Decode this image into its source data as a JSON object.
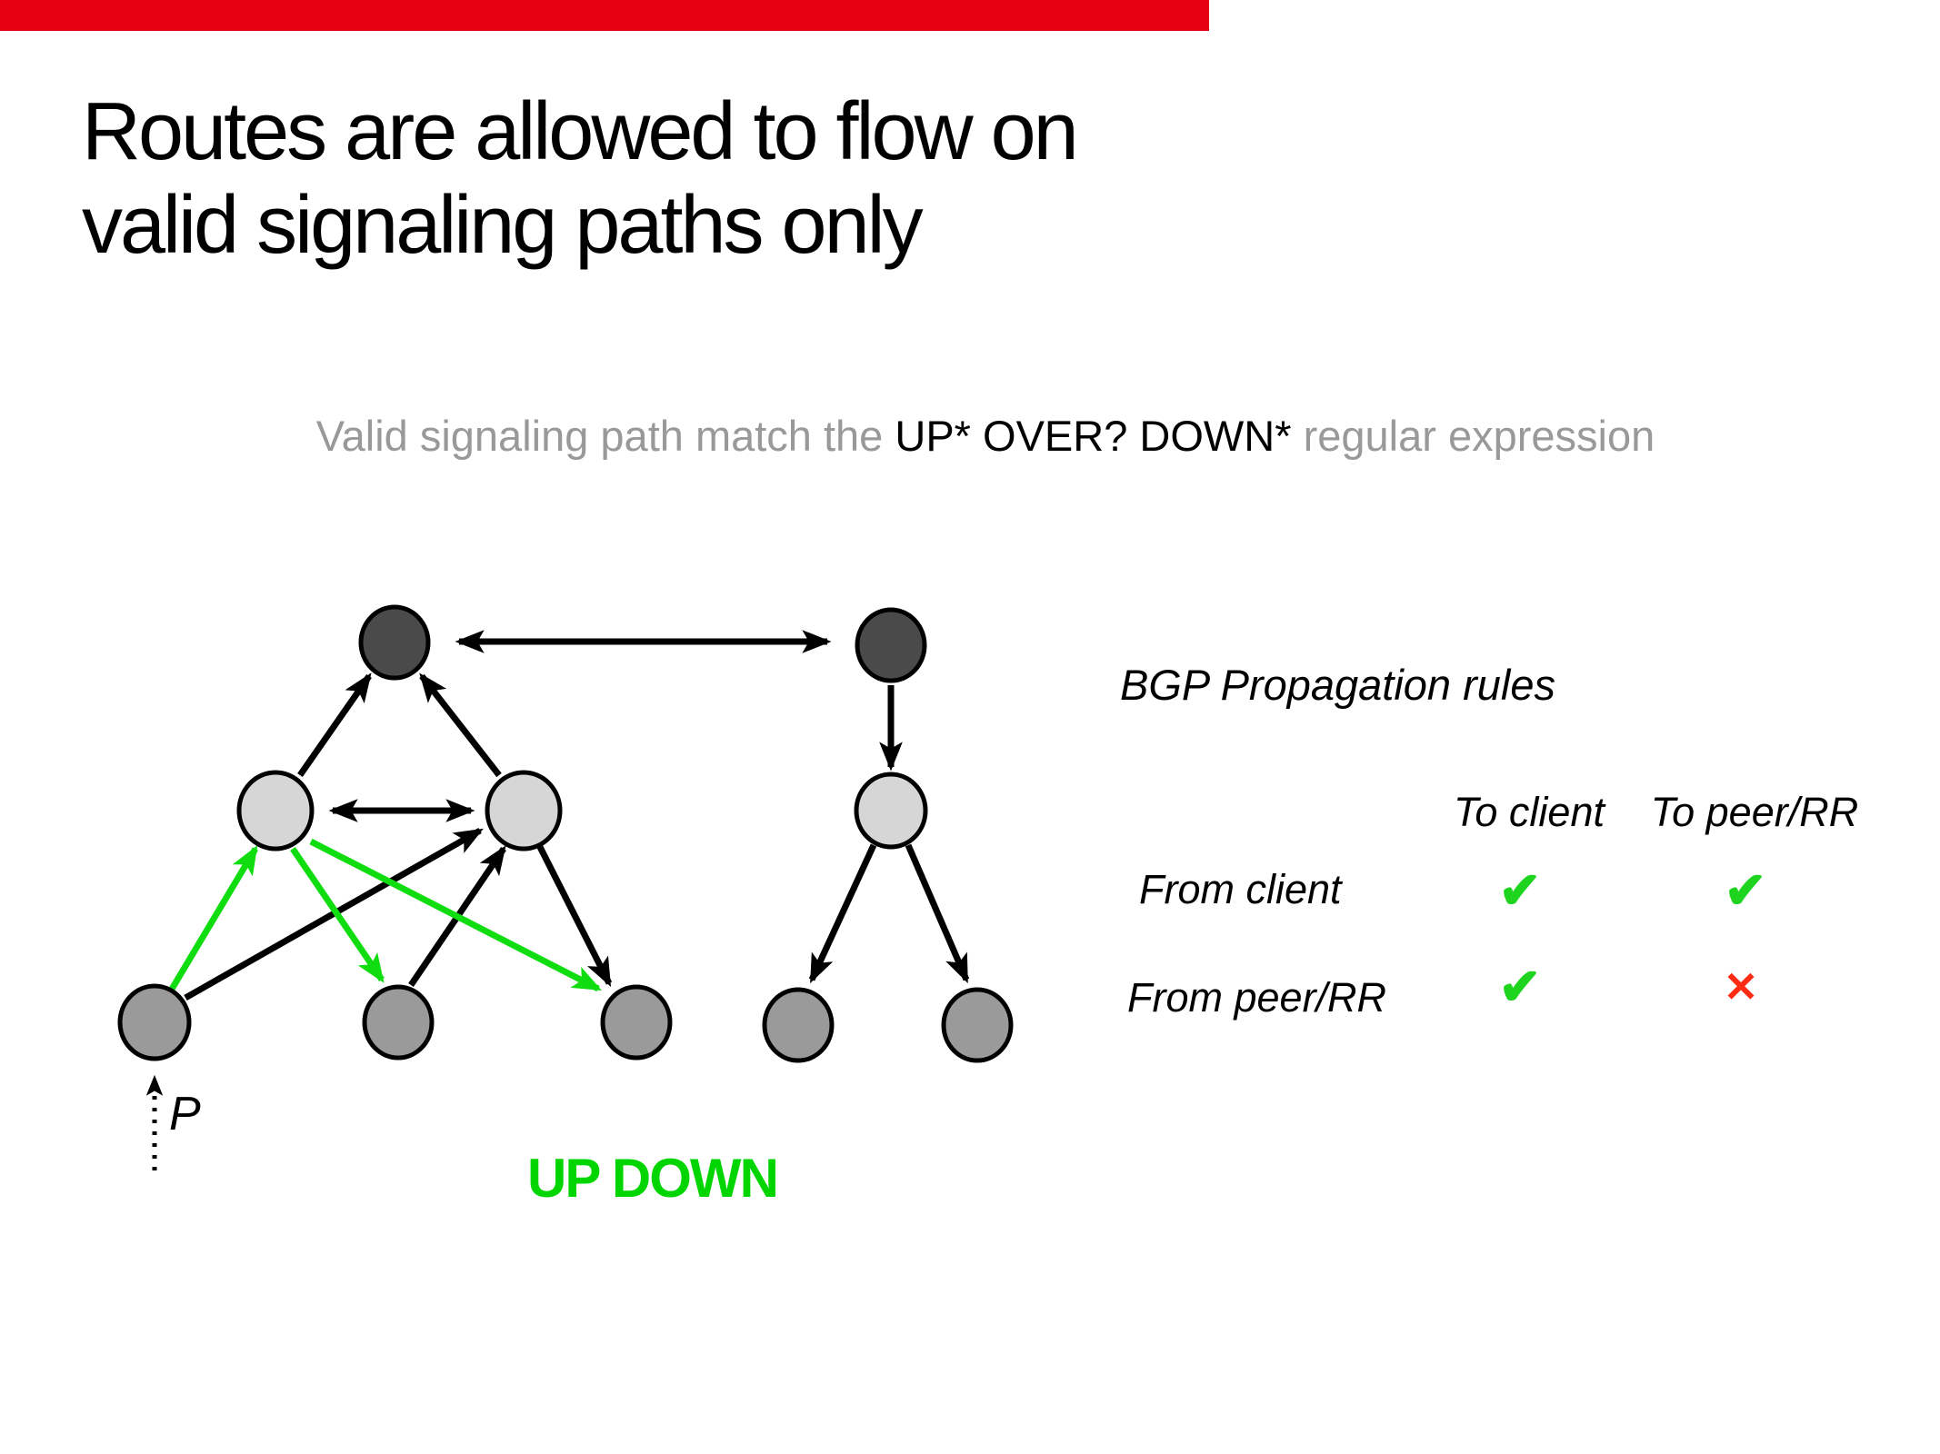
{
  "slide": {
    "title": {
      "line1": "Routes are allowed to flow on",
      "line2": "valid signaling paths only"
    },
    "subtitle": {
      "prefix": "Valid signaling path match the ",
      "regex": "UP* OVER? DOWN*",
      "suffix": " regular expression"
    },
    "diagram": {
      "path_label": "UP DOWN",
      "prefix_label": "P"
    },
    "rules": {
      "title": "BGP Propagation rules",
      "col1": "To client",
      "col2": "To peer/RR",
      "row1_label": "From client",
      "row1_to_client": "✔",
      "row1_to_peer": "✔",
      "row2_label": "From peer/RR",
      "row2_to_client": "✔",
      "row2_to_peer": "✕"
    }
  },
  "colors": {
    "progress_red": "#e60012",
    "green": "#0fdd0f",
    "green_text": "#00d500",
    "check_green": "#1fd41f",
    "cross_red": "#fd2b12",
    "node_dark": "#4a4a4a",
    "node_light": "#d6d6d6",
    "node_medium": "#9a9a9a",
    "subtitle_gray": "#999999",
    "black": "#000000"
  }
}
